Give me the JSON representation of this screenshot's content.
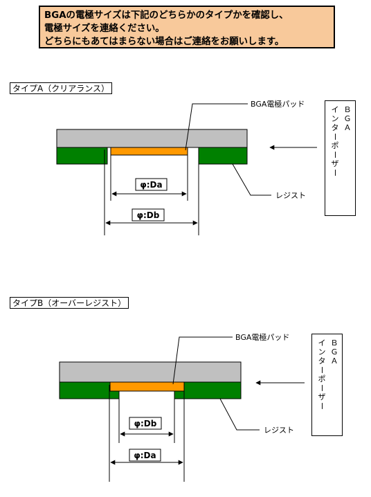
{
  "notice": {
    "lines": [
      "BGAの電極サイズは下記のどちらかのタイプかを確認し、",
      "電極サイズを連絡ください。",
      "どちらにもあてはまらない場合はご連絡をお願いします。"
    ]
  },
  "colors": {
    "notice_bg": "#f8c99b",
    "interposer": "#c0c0c0",
    "resist": "#008000",
    "pad": "#ff9900"
  },
  "type_a": {
    "title": "タイプA（クリアランス）",
    "pad_label": "BGA電極パッド",
    "resist_label": "レジスト",
    "interposer_label": "ＢＧＡインターポーザー",
    "inner_dim": "φ:Da",
    "outer_dim": "φ:Db"
  },
  "type_b": {
    "title": "タイプB（オーバーレジスト）",
    "pad_label": "BGA電極パッド",
    "resist_label": "レジスト",
    "interposer_label": "ＢＧＡインターポーザー",
    "inner_dim": "φ:Db",
    "outer_dim": "φ:Da"
  }
}
